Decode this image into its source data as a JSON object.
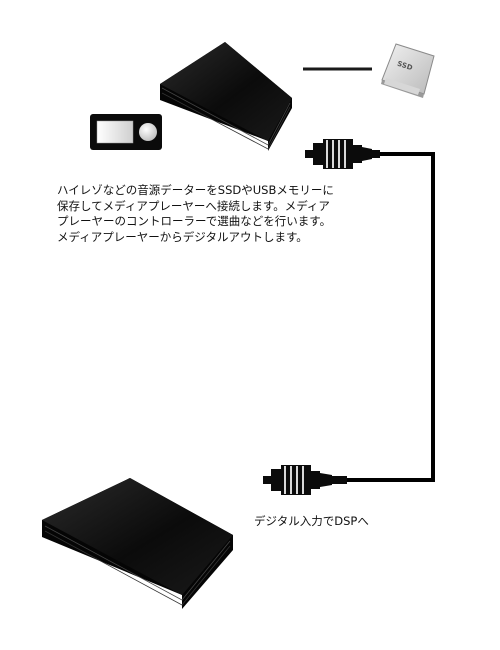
{
  "description": {
    "lines": [
      "ハイレゾなどの音源データーをSSDやUSBメモリーに",
      "保存してメディアプレーヤーへ接続します。メディア",
      "プレーヤーのコントローラーで選曲などを行います。",
      "メディアプレーヤーからデジタルアウトします。"
    ]
  },
  "dsp_label": "デジタル入力でDSPへ",
  "ssd_label": "SSD",
  "icons": {
    "media_player": "media-player-box",
    "storage": "ssd-drive",
    "controller": "remote-controller",
    "connector_top": "rca-plug",
    "connector_bottom": "rca-plug",
    "dsp": "dsp-box"
  },
  "colors": {
    "device": "#0a0a0a",
    "cable": "#000000",
    "background": "#ffffff"
  }
}
